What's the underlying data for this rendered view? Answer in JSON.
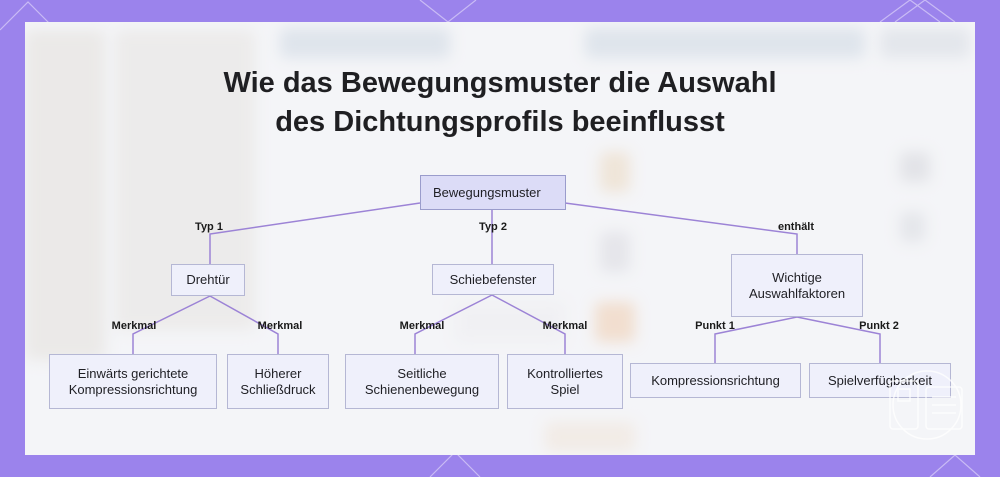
{
  "title": {
    "line1": "Wie das Bewegungsmuster die Auswahl",
    "line2": "des Dichtungsprofils beeinflusst"
  },
  "nodes": {
    "root": "Bewegungsmuster",
    "drehtuer": "Drehtür",
    "schiebefenster": "Schiebefenster",
    "auswahlfaktoren": [
      "Wichtige",
      "Auswahlfaktoren"
    ],
    "einwaerts": [
      "Einwärts gerichtete",
      "Kompressionsrichtung"
    ],
    "schliessdruck": [
      "Höherer",
      "Schließdruck"
    ],
    "schienen": [
      "Seitliche",
      "Schienenbewegung"
    ],
    "spiel": [
      "Kontrolliertes",
      "Spiel"
    ],
    "kompression": "Kompressionsrichtung",
    "spielverf": "Spielverfügbarkeit"
  },
  "edge_labels": {
    "typ1": "Typ 1",
    "typ2": "Typ 2",
    "enthaelt": "enthält",
    "merkmal": "Merkmal",
    "punkt1": "Punkt 1",
    "punkt2": "Punkt 2"
  },
  "colors": {
    "frame": "#9b83ec",
    "edge": "#9c83d6",
    "node_fill": "#eff0fb",
    "root_fill": "#dcdcf7"
  }
}
